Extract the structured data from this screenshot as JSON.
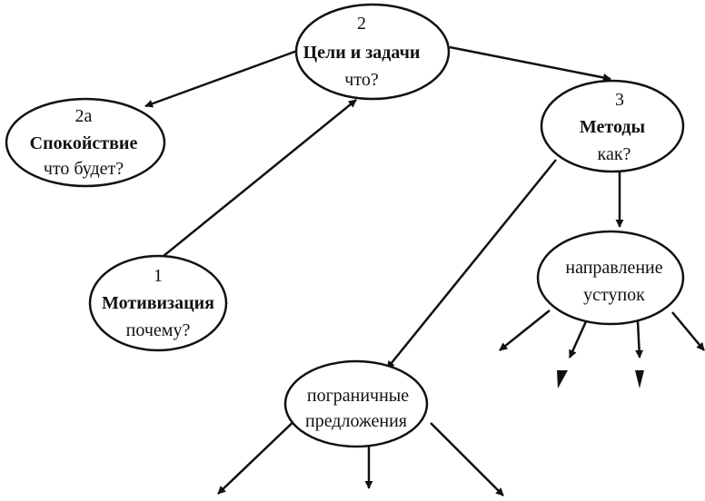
{
  "nodes": {
    "goals": {
      "number": "2",
      "title": "Цели и задачи",
      "question": "что?"
    },
    "calm": {
      "number": "2а",
      "title": "Спокойствие",
      "question": "что будет?"
    },
    "methods": {
      "number": "3",
      "title": "Методы",
      "question": "как?"
    },
    "motivation": {
      "number": "1",
      "title": "Мотивизация",
      "question": "почему?"
    },
    "concessions": {
      "line1": "направление",
      "line2": "уступок"
    },
    "proposals": {
      "line1": "пограничные",
      "line2": "предложения"
    }
  },
  "colors": {
    "stroke": "#111111",
    "background": "#ffffff"
  }
}
